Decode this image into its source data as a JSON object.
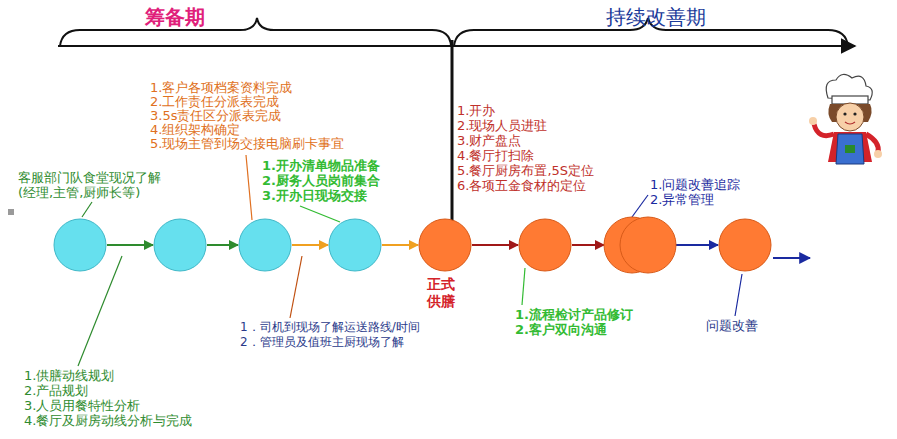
{
  "diagram": {
    "nodes": [
      {
        "text": [
          "客服部门队食堂现况了解 (经理,主管,厨师长等)"
        ]
      },
      {
        "text": [
          "1.供膳动线规划",
          "2.产品规划",
          "3.人员用餐特性分析",
          "4.餐厅及厨房动线分析与完成"
        ]
      },
      {
        "text": [
          "1.客户各项档案资料完成",
          "2.工作责任分派表完成",
          "3.5s责任区分派表完成",
          "4.组织架构确定",
          "5.现场主管到场交接电脑刷卡事宜"
        ]
      },
      {
        "text": [
          "1.开办清单物品准备",
          "2.厨务人员岗前集合",
          "3.开办日现场交接"
        ]
      },
      {
        "text": [
          "正式供膳",
          "1.开办",
          "2.现场人员进驻",
          "3.财产盘点",
          "4.餐厅打扫除",
          "5.餐厅厨房布置,5S定位",
          "6.各项五金食材的定位"
        ]
      },
      {
        "text": [
          "1.流程检讨产品修订",
          "2.客户双向沟通"
        ]
      },
      {
        "text": [
          "1.问题改善追踪",
          "2.异常管理"
        ]
      },
      {
        "text": [
          "问题改善"
        ]
      }
    ],
    "edges": [
      {
        "from": 0,
        "to": 1,
        "arrow": "to"
      },
      {
        "from": 1,
        "to": 2,
        "arrow": "to"
      },
      {
        "from": 2,
        "to": 3,
        "arrow": "to"
      },
      {
        "from": 3,
        "to": 4,
        "arrow": "to"
      },
      {
        "from": 4,
        "to": 5,
        "arrow": "to"
      },
      {
        "from": 5,
        "to": 6,
        "arrow": "to"
      },
      {
        "from": 6,
        "to": 7,
        "arrow": "to"
      }
    ],
    "labels": [
      "筹备期",
      "持续改善期",
      "1．司机到现场了解运送路线/时间",
      "2．管理员及值班主厨现场了解"
    ]
  }
}
